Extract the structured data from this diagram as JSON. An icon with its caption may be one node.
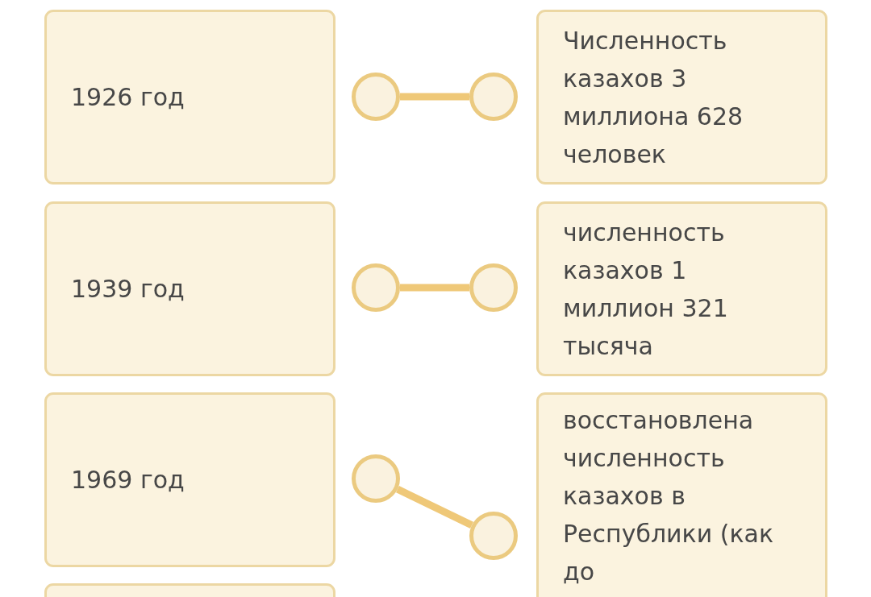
{
  "diagram": {
    "nodes": [
      {
        "text": [
          "1926 год"
        ]
      },
      {
        "text": [],
        "shape": "circle"
      },
      {
        "text": [],
        "shape": "circle"
      },
      {
        "text": [
          "Численность казахов 3 миллиона 628 человек"
        ]
      },
      {
        "text": [
          "1939 год"
        ]
      },
      {
        "text": [],
        "shape": "circle"
      },
      {
        "text": [],
        "shape": "circle"
      },
      {
        "text": [
          "численность казахов 1 миллион 321 тысяча"
        ]
      },
      {
        "text": [
          "1969 год"
        ]
      },
      {
        "text": [],
        "shape": "circle"
      },
      {
        "text": [],
        "shape": "circle"
      },
      {
        "text": [
          "восстановлена численность казахов в Республики (как до"
        ]
      },
      {
        "text": [],
        "shape": "box"
      }
    ],
    "edges": [
      {
        "from": 1,
        "to": 2,
        "arrow": "none"
      },
      {
        "from": 5,
        "to": 6,
        "arrow": "none"
      },
      {
        "from": 9,
        "to": 10,
        "arrow": "none"
      }
    ]
  }
}
